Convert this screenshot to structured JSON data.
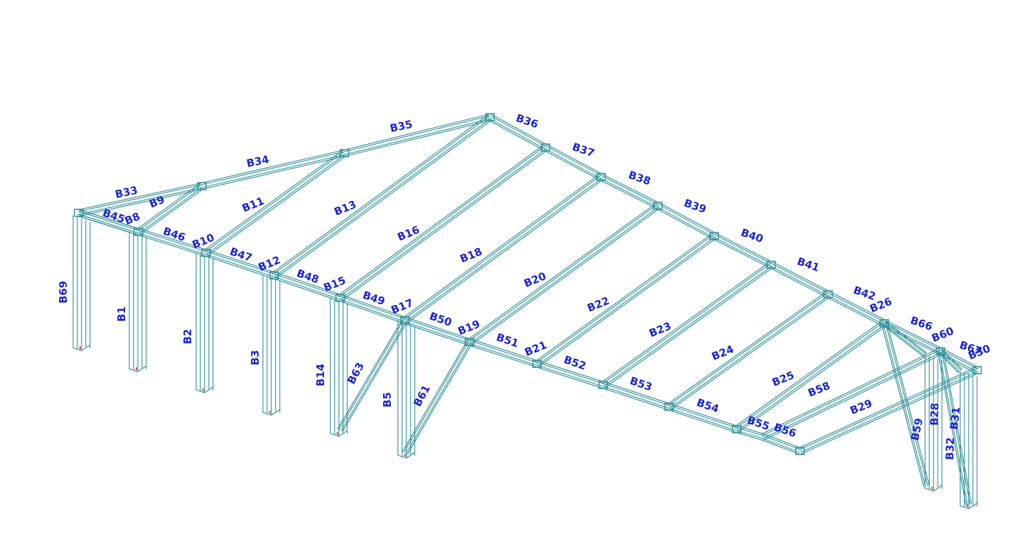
{
  "labels": {
    "B69": "B69",
    "B1": "B1",
    "B2": "B2",
    "B3": "B3",
    "B14": "B14",
    "B5": "B5",
    "B63": "B63",
    "B61": "B61",
    "B33": "B33",
    "B34": "B34",
    "B35": "B35",
    "B36": "B36",
    "B37": "B37",
    "B38": "B38",
    "B39": "B39",
    "B40": "B40",
    "B41": "B41",
    "B42": "B42",
    "B26": "B26",
    "B66": "B66",
    "B60": "B60",
    "B67": "B67",
    "B30": "B30",
    "B45": "B45",
    "B8": "B8",
    "B9": "B9",
    "B46": "B46",
    "B10": "B10",
    "B11": "B11",
    "B13": "B13",
    "B47": "B47",
    "B12": "B12",
    "B48": "B48",
    "B15": "B15",
    "B16": "B16",
    "B49": "B49",
    "B17": "B17",
    "B18": "B18",
    "B50": "B50",
    "B19": "B19",
    "B20": "B20",
    "B51": "B51",
    "B21": "B21",
    "B22": "B22",
    "B52": "B52",
    "B53": "B53",
    "B23": "B23",
    "B54": "B54",
    "B24": "B24",
    "B25": "B25",
    "B55": "B55",
    "B56": "B56",
    "B58": "B58",
    "B29": "B29",
    "B59": "B59",
    "B28": "B28",
    "B32": "B32",
    "B31": "B31"
  },
  "colors": {
    "member": "#2a8d96",
    "label": "#1a22d4",
    "support": "#e01010",
    "background": "#ffffff"
  }
}
